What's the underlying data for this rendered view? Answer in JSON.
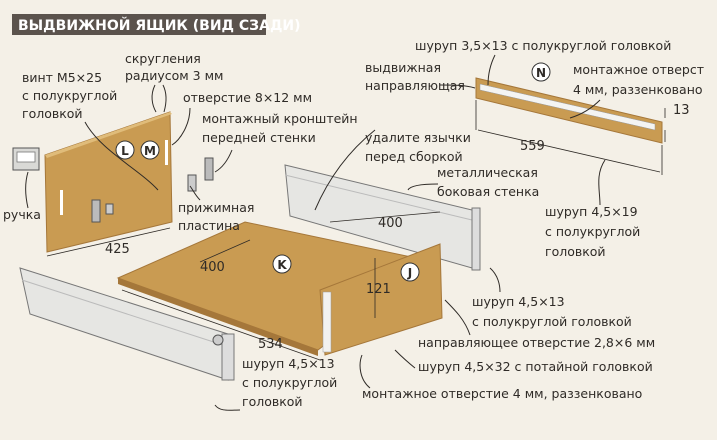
{
  "title": "ВЫДВИЖНОЙ ЯЩИК (ВИД СЗАДИ)",
  "colors": {
    "title_bg": "#5b534d",
    "wood": "#c99b52",
    "wood_edge": "#a5773a",
    "metal": "#e6e6e3",
    "text": "#2f2b27"
  },
  "parts": {
    "L": "L",
    "M": "M",
    "N": "N",
    "K": "K",
    "J": "J"
  },
  "labels": {
    "rounding": [
      "скругления",
      "радиусом 3 мм"
    ],
    "screw_m5": [
      "винт М5×25",
      "с полукруглой",
      "головкой"
    ],
    "hole_8x12": "отверстие 8×12 мм",
    "bracket": [
      "монтажный кронштейн",
      "передней стенки"
    ],
    "clamp_plate": [
      "прижимная",
      "пластина"
    ],
    "handle": "ручка",
    "slide": [
      "выдвижная",
      "направляющая"
    ],
    "screw_35x13": "шуруп 3,5×13 с полукруглой головкой",
    "mount_hole_rail": [
      "монтажное отверст",
      "4 мм, раззенковано"
    ],
    "remove_tabs": [
      "удалите язычки",
      "перед сборкой"
    ],
    "metal_side": [
      "металлическая",
      "боковая стенка"
    ],
    "screw_45x19": [
      "шуруп 4,5×19",
      "с полукруглой",
      "головкой"
    ],
    "screw_45x13_right": [
      "шуруп 4,5×13",
      "с полукруглой головкой"
    ],
    "pilot_hole": "направляющее отверстие 2,8×6 мм",
    "screw_45x32": "шуруп 4,5×32 с потайной головкой",
    "screw_45x13_left": [
      "шуруп 4,5×13",
      "с полукруглой",
      "головкой"
    ],
    "mount_hole_front": "монтажное отверстие 4 мм, раззенковано"
  },
  "dimensions": {
    "rail_height": "13",
    "rail_length": "559",
    "side_depth": "400",
    "bottom_depth": "400",
    "back_width": "425",
    "front_height": "121",
    "bottom_width": "534"
  }
}
